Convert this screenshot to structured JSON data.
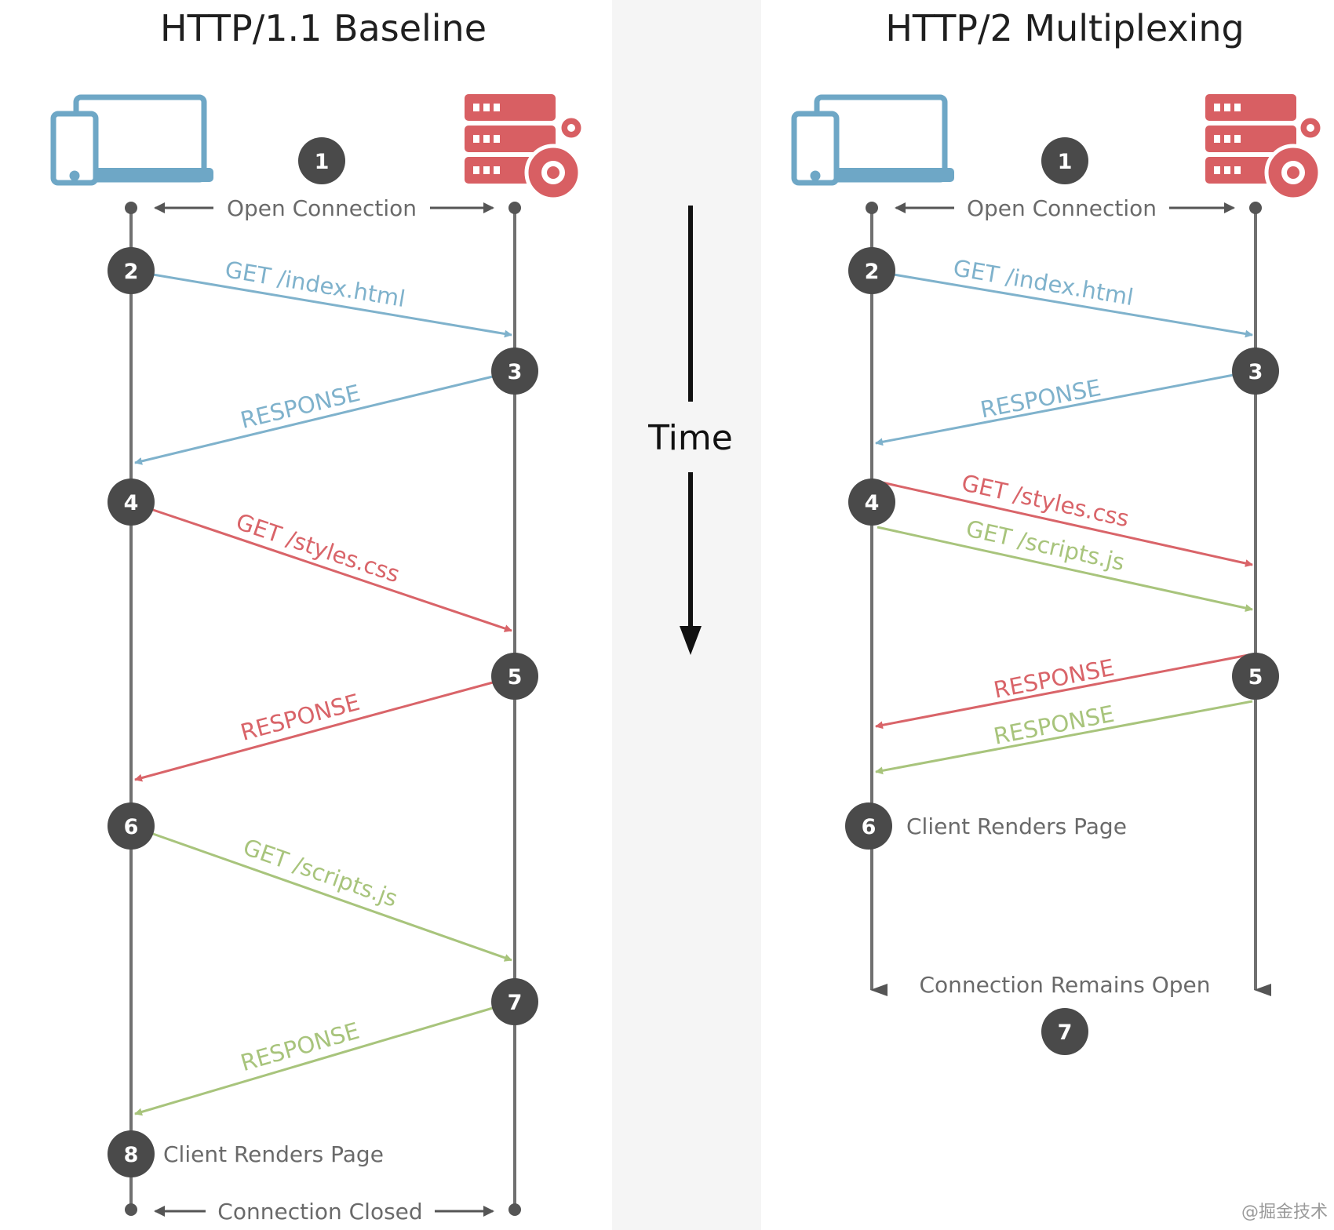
{
  "colors": {
    "blue": "#7fb2cc",
    "red": "#d96469",
    "green": "#a8c47c",
    "node": "#4a4a4a",
    "line": "#707070",
    "device": "#6ea7c6",
    "server": "#d85f63",
    "center_band": "#f5f5f5"
  },
  "icons": {
    "client": "devices-icon",
    "server": "server-gear-icon"
  },
  "http11": {
    "title": "HTTP/1.1 Baseline",
    "open": "Open Connection",
    "steps": [
      "1",
      "2",
      "3",
      "4",
      "5",
      "6",
      "7",
      "8"
    ],
    "messages": [
      "GET /index.html",
      "RESPONSE",
      "GET /styles.css",
      "RESPONSE",
      "GET /scripts.js",
      "RESPONSE"
    ],
    "render": "Client Renders Page",
    "closed": "Connection Closed"
  },
  "time_label": "Time",
  "http2": {
    "title": "HTTP/2 Multiplexing",
    "open": "Open Connection",
    "steps": [
      "1",
      "2",
      "3",
      "4",
      "5",
      "6",
      "7"
    ],
    "messages": [
      "GET /index.html",
      "RESPONSE",
      "GET /styles.css",
      "GET /scripts.js",
      "RESPONSE",
      "RESPONSE"
    ],
    "render": "Client Renders Page",
    "remains": "Connection Remains Open"
  },
  "watermark": "@掘金技术"
}
